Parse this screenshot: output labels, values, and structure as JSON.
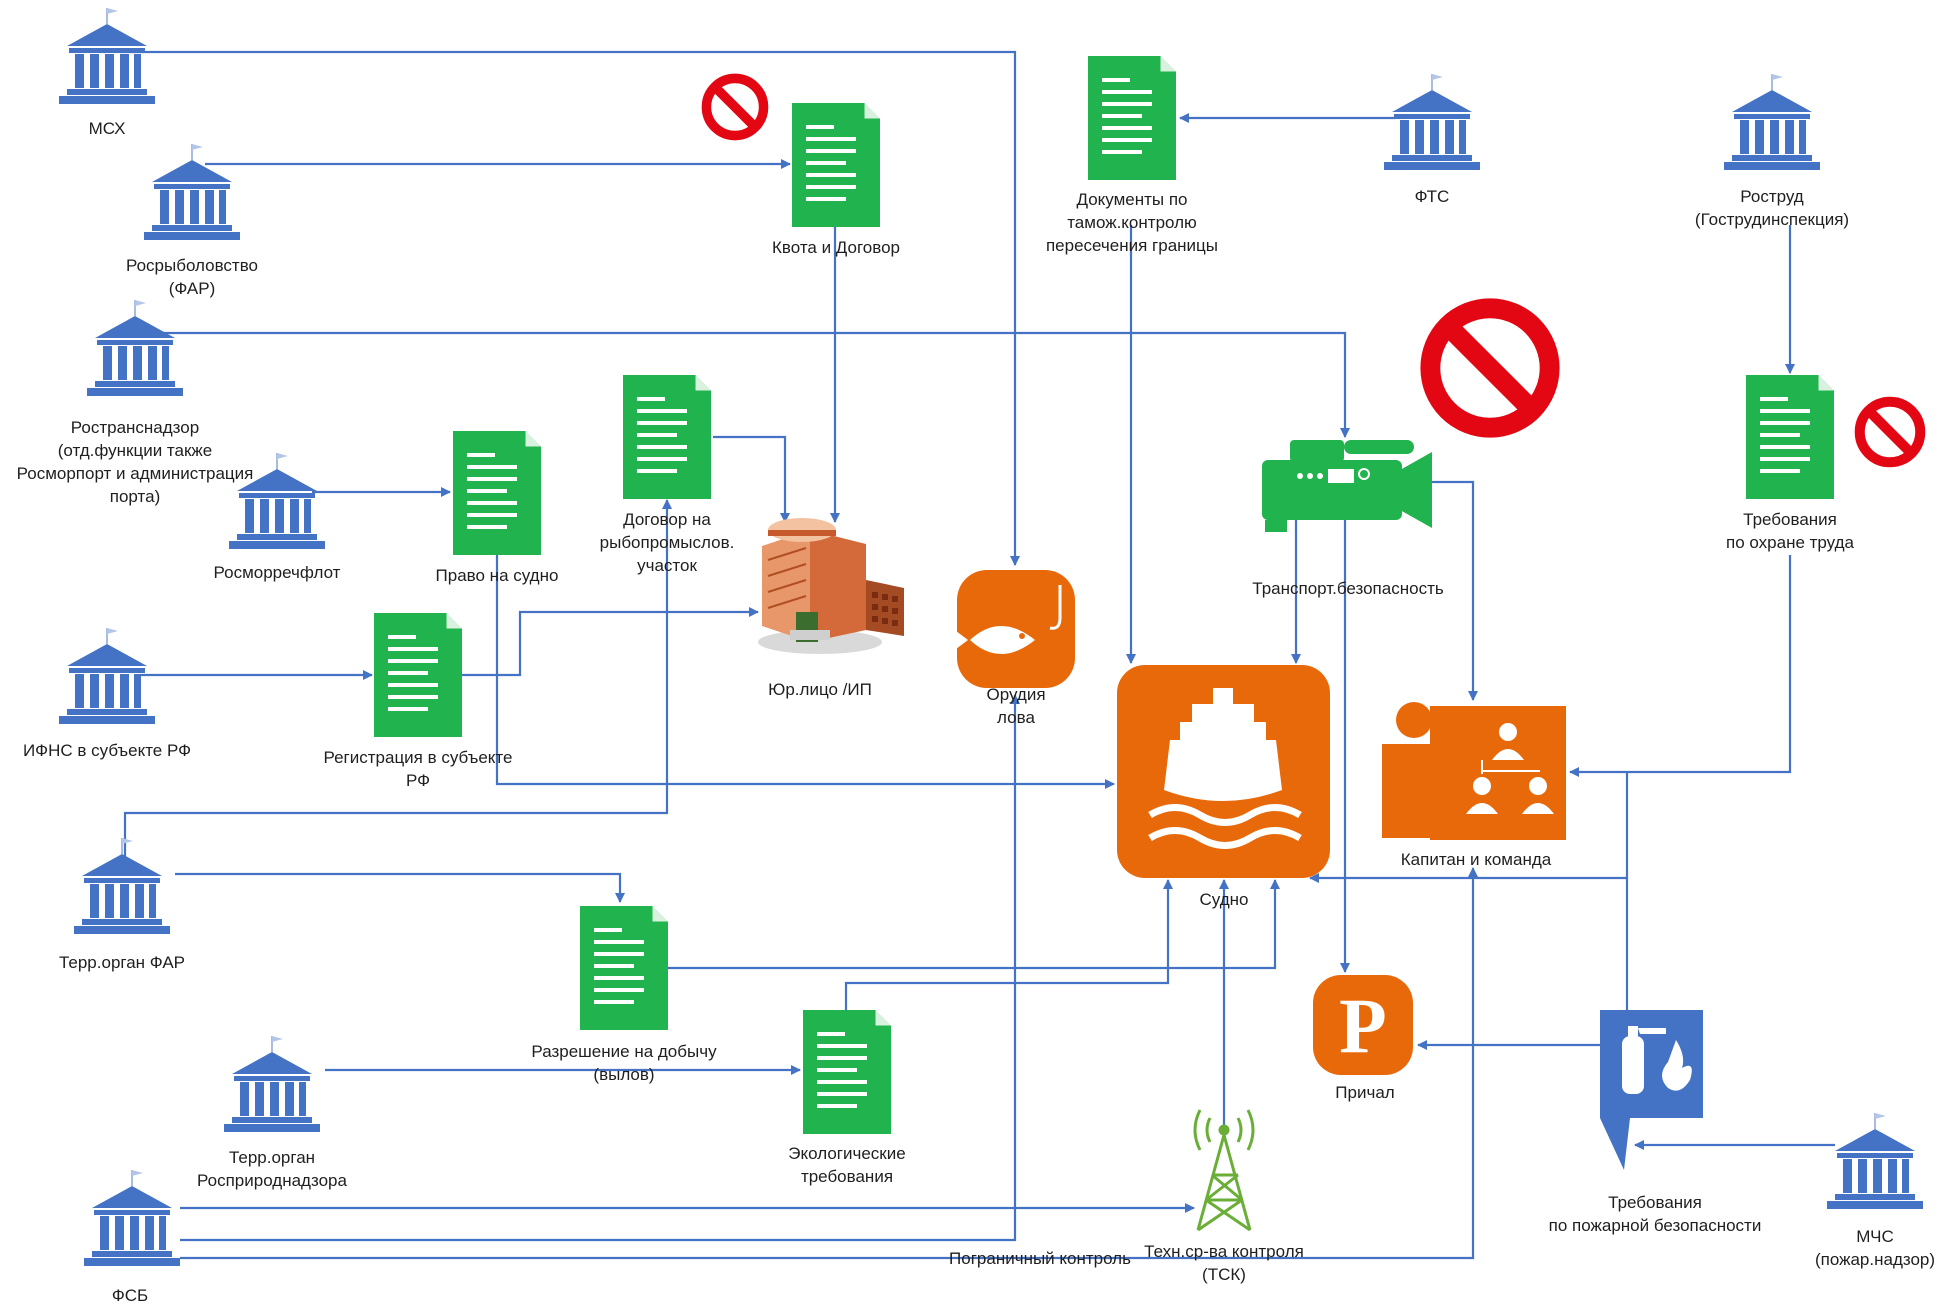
{
  "diagram": {
    "agencies": {
      "msh": "МСХ",
      "rosrybolovstvo": "Росрыболовство\n(ФАР)",
      "rostransnadzor": "Ространснадзор\n(отд.функции также\nРосморпорт и администрация\nпорта)",
      "rosmorrechflot": "Росморречфлот",
      "ifns": "ИФНС в субъекте РФ",
      "terr_far": "Терр.орган ФАР",
      "terr_rpn": "Терр.орган\nРосприроднадзора",
      "fsb": "ФСБ",
      "fts": "ФТС",
      "rostrud": "Роструд\n(Гострудинспекция)",
      "mchs": "МЧС\n(пожар.надзор)"
    },
    "documents": {
      "kvota": "Квота и Договор",
      "customs_docs": "Документы по\nтамож.контролю\nпересечения границы",
      "pravo": "Право на судно",
      "dogovor": "Договор на\nрыбопромыслов.\nучасток",
      "registration": "Регистрация в субъекте\nРФ",
      "labor_req": "Требования\nпо охране труда",
      "permit": "Разрешение на добычу\n(вылов)",
      "eco_req": "Экологические\nтребования"
    },
    "objects": {
      "legal_entity": "Юр.лицо /ИП",
      "fishing_gear": "Орудия\nлова",
      "vessel": "Судно",
      "transport_security": "Транспорт.безопасность",
      "captain_crew": "Капитан и команда",
      "berth": "Причал",
      "fire_req": "Требования\nпо пожарной безопасности",
      "tsk": "Техн.ср-ва контроля\n(ТСК)",
      "border_control": "Пограничный контроль"
    },
    "colors": {
      "agency_blue": "#4472c4",
      "document_green": "#21b34d",
      "object_orange": "#e8690a",
      "prohibited_red": "#e30613",
      "arrow_blue": "#4472c4",
      "tower_green": "#6aae37"
    },
    "icons": {
      "agency": "government-building-icon",
      "document": "document-icon",
      "prohibited": "no-entry-icon",
      "fish": "fish-hook-icon",
      "ship": "ship-icon",
      "camera": "video-camera-icon",
      "crew": "crew-team-icon",
      "parking": "parking-icon",
      "fire": "fire-extinguisher-icon",
      "tower": "radio-tower-icon",
      "building": "office-building-icon"
    }
  }
}
